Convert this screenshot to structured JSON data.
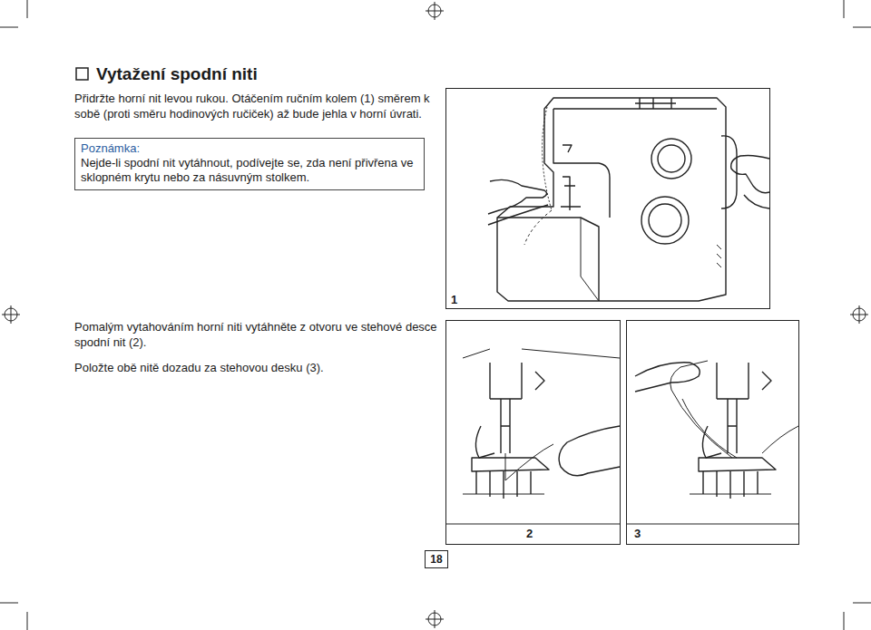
{
  "diagram": {
    "title": "Vytažení spodní niti",
    "nodes": [
      {
        "text": [
          "Poznámka:",
          "Nejde-li spodní nit vytáhnout, podívejte se, zda není přivřena ve sklopném krytu nebo za násuvným stolkem."
        ]
      },
      {
        "text": [
          "1"
        ]
      },
      {
        "text": [
          "2"
        ]
      },
      {
        "text": [
          "3"
        ]
      }
    ],
    "labels": [
      "Přidržte horní nit levou rukou. Otáčením ručním kolem (1) směrem k sobě (proti směru hodinových ručiček) až bude jehla v horní úvrati.",
      "Pomalým vytahováním horní niti vytáhněte z otvoru ve stehové desce spodní nit (2).",
      "Položte obě nitě dozadu za stehovou desku (3).",
      "18"
    ]
  }
}
